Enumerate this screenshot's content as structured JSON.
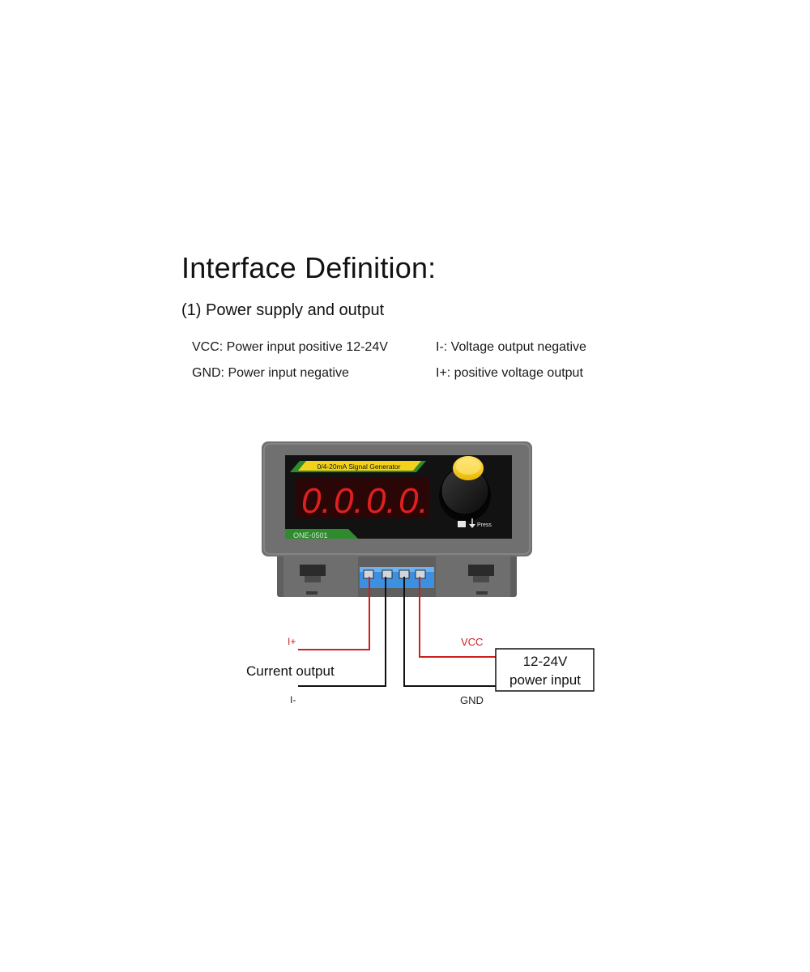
{
  "heading": {
    "title": "Interface Definition:",
    "section": "(1) Power supply and output"
  },
  "definitions": [
    {
      "text": "VCC: Power input positive 12-24V"
    },
    {
      "text": "GND: Power input negative"
    },
    {
      "text": "I-: Voltage output negative"
    },
    {
      "text": "I+: positive voltage output"
    }
  ],
  "device": {
    "banner": "0/4-20mA Signal Generator",
    "digits": [
      "0.",
      "0.",
      "0.",
      "0."
    ],
    "model_label": "ONE-0501",
    "press_label": "Press",
    "display_color": "#e02020",
    "banner_color": "#f2d21b",
    "body_color": "#6b6b6b",
    "terminal_color": "#3d8fe0"
  },
  "wiring": {
    "i_plus": "I+",
    "i_minus": "I-",
    "vcc": "VCC",
    "gnd": "GND",
    "current_output": "Current output",
    "power_box_line1": "12-24V",
    "power_box_line2": "power input",
    "red_wire_color": "#cc1f1f",
    "black_wire_color": "#111111"
  }
}
